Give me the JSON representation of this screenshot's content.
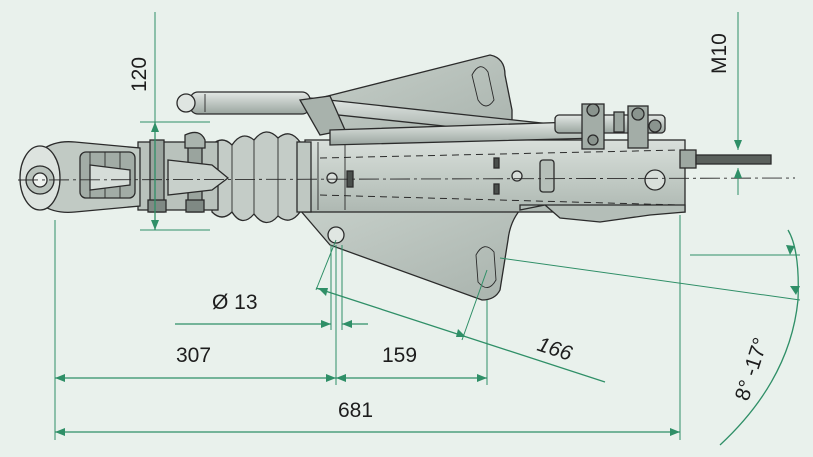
{
  "dimensions": {
    "height_120": "120",
    "thread_m10": "M10",
    "hole_dia": "Ø 13",
    "len_307": "307",
    "len_159": "159",
    "len_166": "166",
    "len_681": "681",
    "angle_range": "8° -17°"
  },
  "colors": {
    "background": "#e9f1ec",
    "dimension_line": "#2f8f67",
    "part_fill": "#c9d2cc",
    "part_stroke": "#2b2b2b"
  }
}
